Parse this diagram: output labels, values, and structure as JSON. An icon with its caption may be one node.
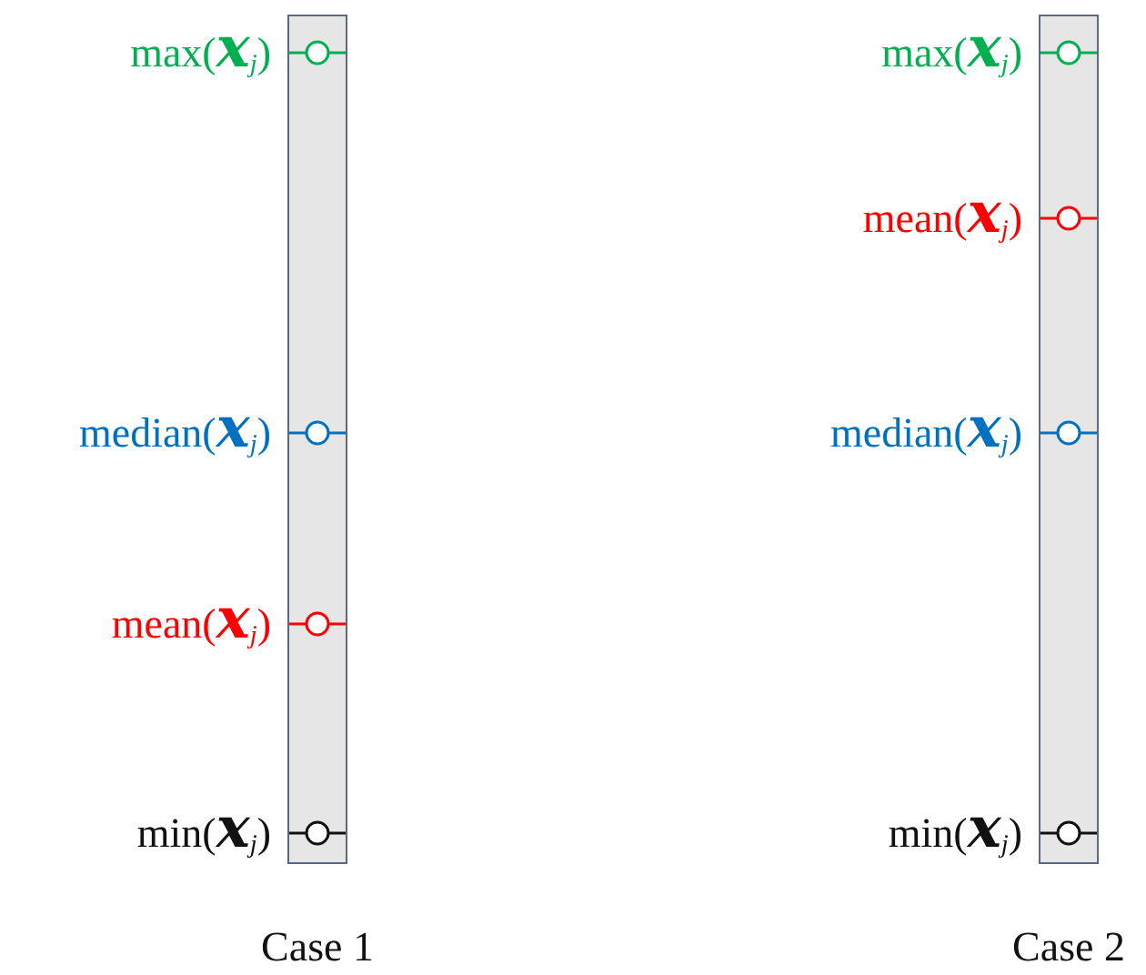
{
  "diagram": {
    "nodes": [
      {
        "text": [],
        "shape": "bar",
        "beside": [
          "Case 1"
        ]
      },
      {
        "text": [],
        "shape": "circle",
        "in": 0,
        "beside": [
          "max(**x**$_{j}$)"
        ]
      },
      {
        "text": [],
        "shape": "circle",
        "in": 0,
        "beside": [
          "median(**x**$_{j}$)"
        ]
      },
      {
        "text": [],
        "shape": "circle",
        "in": 0,
        "beside": [
          "mean(**x**$_{j}$)"
        ]
      },
      {
        "text": [],
        "shape": "circle",
        "in": 0,
        "beside": [
          "min(**x**$_{j}$)"
        ]
      },
      {
        "text": [],
        "shape": "bar",
        "beside": [
          "Case 2"
        ]
      },
      {
        "text": [],
        "shape": "circle",
        "in": 5,
        "beside": [
          "max(**x**$_{j}$)"
        ]
      },
      {
        "text": [],
        "shape": "circle",
        "in": 5,
        "beside": [
          "mean(**x**$_{j}$)"
        ]
      },
      {
        "text": [],
        "shape": "circle",
        "in": 5,
        "beside": [
          "median(**x**$_{j}$)"
        ]
      },
      {
        "text": [],
        "shape": "circle",
        "in": 5,
        "beside": [
          "min(**x**$_{j}$)"
        ]
      }
    ]
  }
}
